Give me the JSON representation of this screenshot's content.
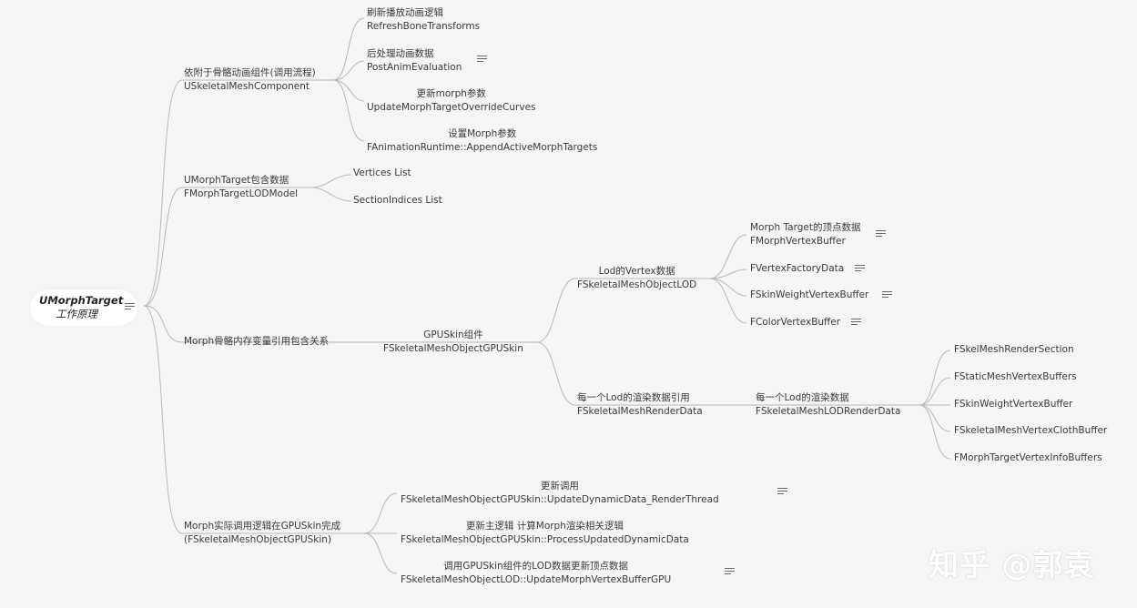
{
  "root": {
    "line1": "UMorphTarget",
    "line2": "工作原理"
  },
  "branch1": {
    "line1": "依附于骨骼动画组件(调用流程)",
    "line2": "USkeletalMeshComponent",
    "children": [
      {
        "line1": "刷新播放动画逻辑",
        "line2": "RefreshBoneTransforms"
      },
      {
        "line1": "后处理动画数据",
        "line2": "PostAnimEvaluation"
      },
      {
        "line1": "更新morph参数",
        "line2": "UpdateMorphTargetOverrideCurves"
      },
      {
        "line1": "设置Morph参数",
        "line2": "FAnimationRuntime::AppendActiveMorphTargets"
      }
    ]
  },
  "branch2": {
    "line1": "UMorphTarget包含数据",
    "line2": "FMorphTargetLODModel",
    "children": [
      "Vertices List",
      "SectionIndices List"
    ]
  },
  "branch3": {
    "label": "Morph骨骼内存变量引用包含关系",
    "gpuskin": {
      "line1": "GPUSkin组件",
      "line2": "FSkeletalMeshObjectGPUSkin"
    },
    "lod": {
      "line1": "Lod的Vertex数据",
      "line2": "FSkeletalMeshObjectLOD"
    },
    "lod_children": [
      {
        "line1": "Morph Target的顶点数据",
        "line2": "FMorphVertexBuffer"
      },
      {
        "line1": "FVertexFactoryData"
      },
      {
        "line1": "FSkinWeightVertexBuffer"
      },
      {
        "line1": "FColorVertexBuffer"
      }
    ],
    "render_ref": {
      "line1": "每一个Lod的渲染数据引用",
      "line2": "FSkeletalMeshRenderData"
    },
    "render_data": {
      "line1": "每一个Lod的渲染数据",
      "line2": "FSkeletalMeshLODRenderData"
    },
    "render_children": [
      "FSkelMeshRenderSection",
      "FStaticMeshVertexBuffers",
      "FSkinWeightVertexBuffer",
      "FSkeletalMeshVertexClothBuffer",
      "FMorphTargetVertexInfoBuffers"
    ]
  },
  "branch4": {
    "line1": "Morph实际调用逻辑在GPUSkin完成",
    "line2": "(FSkeletalMeshObjectGPUSkin)",
    "children": [
      {
        "line1": "更新调用",
        "line2": "FSkeletalMeshObjectGPUSkin::UpdateDynamicData_RenderThread"
      },
      {
        "line1": "更新主逻辑 计算Morph渲染相关逻辑",
        "line2": "FSkeletalMeshObjectGPUSkin::ProcessUpdatedDynamicData"
      },
      {
        "line1": "调用GPUSkin组件的LOD数据更新顶点数据",
        "line2": "FSkeletalMeshObjectLOD::UpdateMorphVertexBufferGPU"
      }
    ]
  },
  "watermark": "知乎 @郭袁",
  "colors": {
    "background": "#f4f5f6",
    "line": "#b9b9b9",
    "text": "#3a3a3a"
  },
  "icons": [
    "notes-icon"
  ]
}
